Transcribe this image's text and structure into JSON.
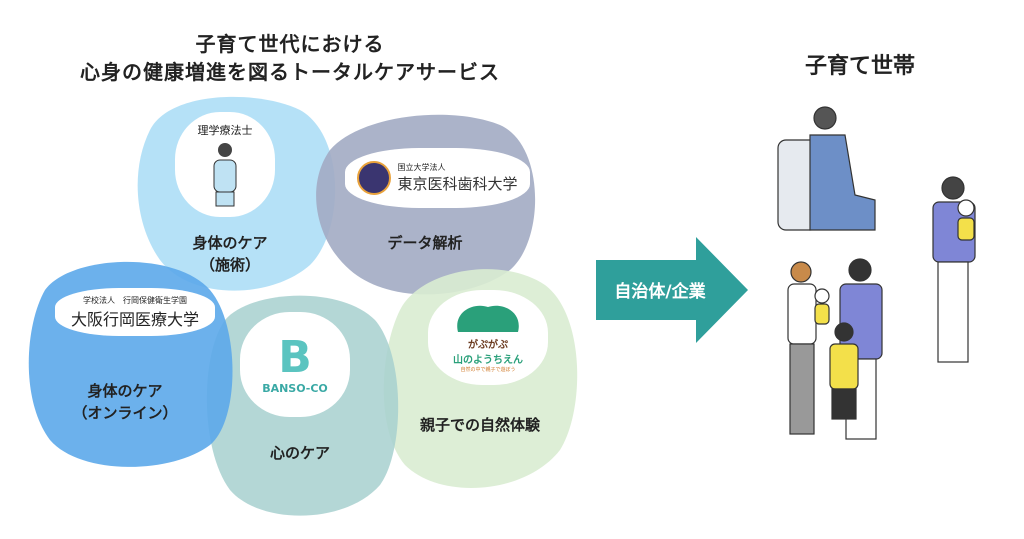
{
  "title": {
    "line1": "子育て世代における",
    "line2": "心身の健康増進を図るトータルケアサービス"
  },
  "right_title": "子育て世帯",
  "arrow_label": "自治体/企業",
  "services": [
    {
      "label1": "身体のケア",
      "label2": "（施術）",
      "card_text": "理学療法士",
      "color": "#a8dcf6"
    },
    {
      "label1": "データ解析",
      "card_small": "国立大学法人",
      "card_text": "東京医科歯科大学",
      "color": "#a2abc3"
    },
    {
      "label1": "身体のケア",
      "label2": "（オンライン）",
      "card_small": "学校法人　行岡保健衛生学園",
      "card_text": "大阪行岡医療大学",
      "color": "#5ca9ea"
    },
    {
      "label1": "心のケア",
      "card_text": "BANSO-CO",
      "color": "#a7d0cf"
    },
    {
      "label1": "親子での自然体験",
      "card_text1": "がぷがぷ",
      "card_text2": "山のようちえん",
      "card_small": "自然の中で親子で遊ぼう",
      "color": "#d9ecd2"
    }
  ],
  "colors": {
    "arrow": "#2f9f9b",
    "logo_green": "#2aa07a"
  }
}
